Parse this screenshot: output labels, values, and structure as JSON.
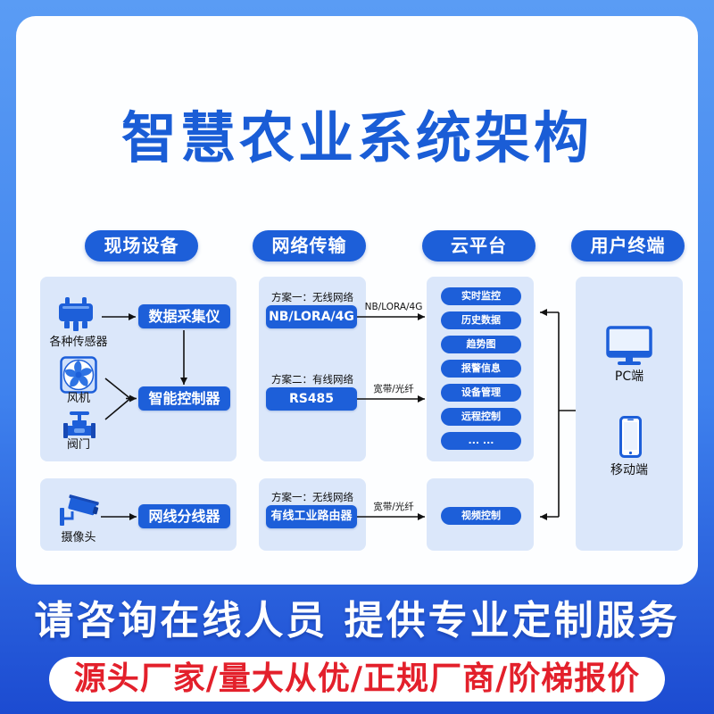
{
  "title": "智慧农业系统架构",
  "colors": {
    "brand_blue": "#1d5fd9",
    "title_blue": "#1a5dd6",
    "panel_bg": "#dbe7fa",
    "slogan_red": "#e3202b"
  },
  "field_devices": {
    "header": "现场设备",
    "sensors": {
      "icon": "sensor-icon",
      "label": "各种传感器"
    },
    "fan": {
      "icon": "fan-icon",
      "label": "风机"
    },
    "valve": {
      "icon": "valve-icon",
      "label": "阀门"
    },
    "camera": {
      "icon": "camera-icon",
      "label": "摄像头"
    },
    "data_collector": "数据采集仪",
    "smart_controller": "智能控制器",
    "network_splitter": "网线分线器"
  },
  "network": {
    "header": "网络传输",
    "wireless": {
      "caption": "方案一：无线网络",
      "device": "NB/LORA/4G",
      "uplink": "NB/LORA/4G"
    },
    "wired": {
      "caption": "方案二：有线网络",
      "device": "RS485",
      "uplink": "宽带/光纤"
    },
    "video": {
      "caption": "方案一：无线网络",
      "device": "有线工业路由器",
      "uplink": "宽带/光纤"
    }
  },
  "cloud": {
    "header": "云平台",
    "functions": [
      "实时监控",
      "历史数据",
      "趋势图",
      "报警信息",
      "设备管理",
      "远程控制",
      "... ..."
    ],
    "video_function": "视频控制"
  },
  "terminals": {
    "header": "用户终端",
    "pc": {
      "icon": "monitor-icon",
      "label": "PC端"
    },
    "mobile": {
      "icon": "smartphone-icon",
      "label": "移动端"
    }
  },
  "footer": {
    "consult": "请咨询在线人员 提供专业定制服务",
    "slogan": "源头厂家/量大从优/正规厂商/阶梯报价"
  }
}
